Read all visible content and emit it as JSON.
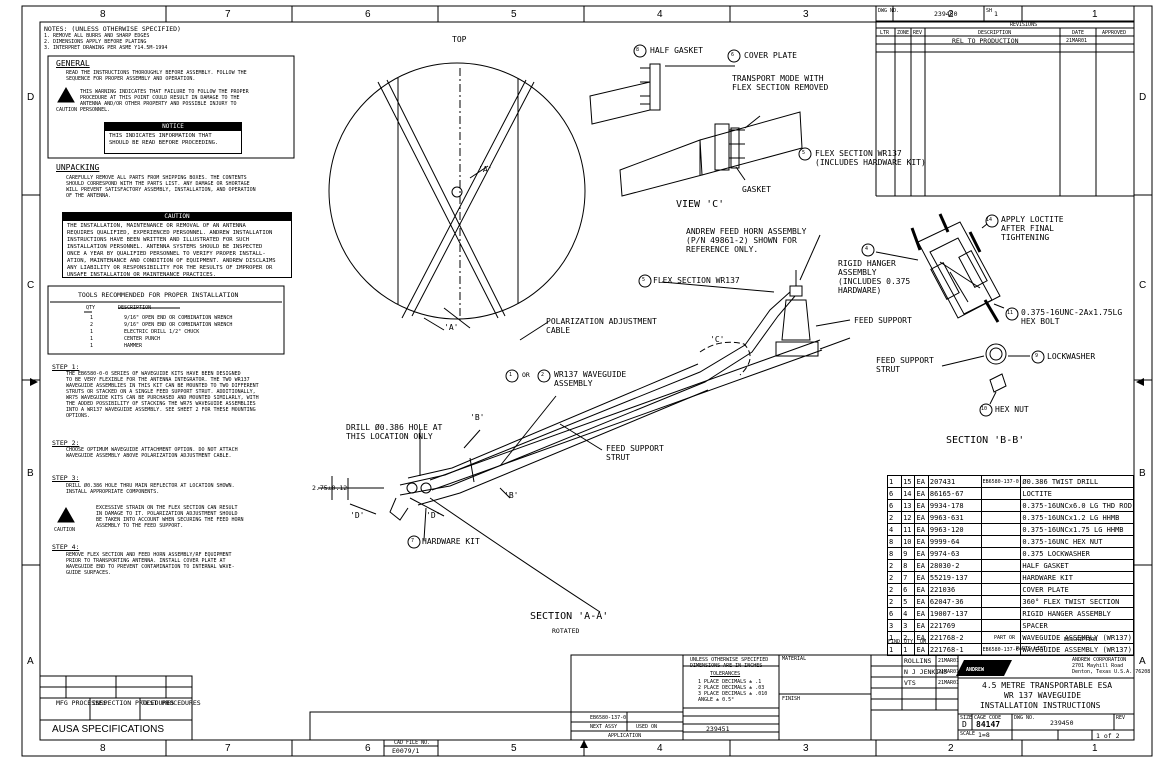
{
  "border": {
    "top_zones": [
      "8",
      "7",
      "6",
      "5",
      "4",
      "3",
      "2",
      "1"
    ],
    "bottom_zones": [
      "8",
      "7",
      "6",
      "5",
      "4",
      "3",
      "2",
      "1"
    ],
    "side_zones": [
      "D",
      "C",
      "B",
      "A"
    ]
  },
  "notes": {
    "title": "NOTES: (UNLESS OTHERWISE SPECIFIED)",
    "lines": [
      "1. REMOVE ALL BURRS AND SHARP EDGES",
      "2. DIMENSIONS APPLY BEFORE PLATING",
      "3. INTERPRET DRAWING PER ASME Y14.5M-1994"
    ]
  },
  "general": {
    "heading": "GENERAL",
    "text1": "READ THE INSTRUCTIONS THOROUGHLY BEFORE ASSEMBLY.  FOLLOW THE",
    "text2": "SEQUENCE FOR PROPER ASSEMBLY AND OPERATION.",
    "caution_lines": [
      "THIS WARNING INDICATES THAT FAILURE TO FOLLOW THE PROPER",
      "PROCEDURE AT THIS POINT COULD RESULT IN DAMAGE TO THE",
      "ANTENNA AND/OR OTHER PROPERTY AND POSSIBLE INJURY TO",
      "PERSONNEL."
    ],
    "caution_label": "CAUTION",
    "notice_header": "NOTICE",
    "notice_lines": [
      "THIS INDICATES INFORMATION THAT",
      "SHOULD BE READ BEFORE PROCEEDING."
    ]
  },
  "unpacking": {
    "heading": "UNPACKING",
    "lines": [
      "CAREFULLY REMOVE ALL PARTS FROM SHIPPING BOXES.  THE CONTENTS",
      "SHOULD CORRESPOND WITH THE PARTS LIST.  ANY DAMAGE OR SHORTAGE",
      "WILL PREVENT SATISFACTORY ASSEMBLY, INSTALLATION, AND OPERATION",
      "OF THE ANTENNA."
    ],
    "caution_header": "CAUTION",
    "caution_lines": [
      "THE INSTALLATION, MAINTENANCE OR REMOVAL OF AN ANTENNA",
      "REQUIRES QUALIFIED, EXPERIENCED PERSONNEL.  ANDREW INSTALLATION",
      "INSTRUCTIONS HAVE BEEN WRITTEN AND ILLUSTRATED FOR SUCH",
      "INSTALLATION PERSONNEL.  ANTENNA SYSTEMS SHOULD BE INSPECTED",
      "ONCE A YEAR BY QUALIFIED PERSONNEL TO VERIFY PROPER INSTALL-",
      "ATION, MAINTENANCE AND CONDITION OF EQUIPMENT.  ANDREW DISCLAIMS",
      "ANY LIABILITY OR RESPONSIBILITY FOR THE RESULTS OF IMPROPER OR",
      "UNSAFE INSTALLATION OR MAINTENANCE PRACTICES."
    ]
  },
  "tools": {
    "title": "TOOLS RECOMMENDED FOR PROPER INSTALLATION",
    "col_qty": "QTY",
    "col_desc": "DESCRIPTION",
    "rows": [
      {
        "qty": "1",
        "desc": "9/16\" OPEN END OR COMBINATION WRENCH"
      },
      {
        "qty": "2",
        "desc": "9/16\" OPEN END OR COMBINATION WRENCH"
      },
      {
        "qty": "1",
        "desc": "ELECTRIC DRILL 1/2\" CHUCK"
      },
      {
        "qty": "1",
        "desc": "CENTER PUNCH"
      },
      {
        "qty": "1",
        "desc": "HAMMER"
      }
    ]
  },
  "steps": {
    "s1_heading": "STEP 1:",
    "s1_lines": [
      "THE EB6580-0-0 SERIES OF WAVEGUIDE KITS HAVE BEEN DESIGNED",
      "TO BE VERY FLEXIBLE FOR THE ANTENNA INTEGRATOR.  THE TWO WR137",
      "WAVEGUIDE ASSEMBLIES IN THIS KIT CAN BE MOUNTED TO TWO DIFFERENT",
      "STRUTS OR STACKED ON A SINGLE FEED SUPPORT STRUT.  ADDITIONALLY,",
      "WR75 WAVEGUIDE KITS CAN BE PURCHASED AND MOUNTED SIMILARLY, WITH",
      "THE ADDED POSSIBILITY OF STACKING THE WR75 WAVEGUIDE ASSEMBLIES",
      "INTO A WR137 WAVEGUIDE ASSEMBLY.  SEE SHEET 2 FOR THESE MOUNTING",
      "OPTIONS."
    ],
    "s2_heading": "STEP 2:",
    "s2_lines": [
      "CHOOSE OPTIMUM WAVEGUIDE ATTACHMENT OPTION.  DO NOT ATTACH",
      "WAVEGUIDE ASSEMBLY ABOVE POLARIZATION ADJUSTMENT CABLE."
    ],
    "s3_heading": "STEP 3:",
    "s3_lines": [
      "DRILL Ø0.386 HOLE THRU MAIN REFLECTOR AT LOCATION SHOWN.",
      "INSTALL APPROPRIATE COMPONENTS."
    ],
    "s3_caution_lines": [
      "EXCESSIVE STRAIN ON THE FLEX SECTION CAN RESULT",
      "IN DAMAGE TO IT.  POLARIZATION ADJUSTMENT SHOULD",
      "BE TAKEN INTO ACCOUNT WHEN SECURING THE FEED HORN",
      "ASSEMBLY TO THE FEED SUPPORT."
    ],
    "s3_caution_label": "CAUTION",
    "s4_heading": "STEP 4:",
    "s4_lines": [
      "REMOVE FLEX SECTION AND FEED HORN ASSEMBLY/RF EQUIPMENT",
      "PRIOR TO TRANSPORTING ANTENNA.  INSTALL COVER PLATE AT",
      "WAVEGUIDE END TO PREVENT CONTAMINATION TO INTERNAL WAVE-",
      "GUIDE SURFACES."
    ]
  },
  "views": {
    "top": "TOP",
    "view_c": "VIEW 'C'",
    "section_aa": "SECTION 'A-A'",
    "rotated": "ROTATED",
    "section_bb": "SECTION 'B-B'"
  },
  "callouts": {
    "half_gasket": "HALF GASKET",
    "cover_plate": "COVER PLATE",
    "transport1": "TRANSPORT MODE WITH",
    "transport2": "FLEX SECTION REMOVED",
    "flex_wr137_1": "FLEX SECTION WR137",
    "flex_wr137_2": "(INCLUDES HARDWARE KIT)",
    "gasket": "GASKET",
    "feed_horn1": "ANDREW FEED HORN ASSEMBLY",
    "feed_horn2": "(P/N 49861-2) SHOWN FOR",
    "feed_horn3": "REFERENCE ONLY.",
    "flex_section": "FLEX SECTION WR137",
    "feed_support": "FEED SUPPORT",
    "pol_adj1": "POLARIZATION ADJUSTMENT",
    "pol_adj2": "CABLE",
    "wr137_1": "WR137 WAVEGUIDE",
    "wr137_2": "ASSEMBLY",
    "wr137_or": "OR",
    "drill1": "DRILL Ø0.386 HOLE AT",
    "drill2": "THIS LOCATION ONLY",
    "fs_strut1": "FEED SUPPORT",
    "fs_strut2": "STRUT",
    "hardware_kit": "HARDWARE KIT",
    "dim": "2.75±0.12",
    "loctite1": "APPLY LOCTITE",
    "loctite2": "AFTER FINAL",
    "loctite3": "TIGHTENING",
    "rigid1": "RIGID HANGER",
    "rigid2": "ASSEMBLY",
    "rigid3": "(INCLUDES 0.375",
    "rigid4": "HARDWARE)",
    "hexbolt1": "0.375-16UNC-2Ax1.75LG",
    "hexbolt2": "HEX BOLT",
    "fs_strut_b1": "FEED SUPPORT",
    "fs_strut_b2": "STRUT",
    "lockwasher": "LOCKWASHER",
    "hexnut": "HEX NUT",
    "lbl_a": "'A'",
    "lbl_b": "'B'",
    "lbl_c": "'C'",
    "lbl_d": "'D'",
    "balloons": {
      "b1": "1",
      "b2": "2",
      "b4": "4",
      "b5": "5",
      "b5b": "5",
      "b6": "6",
      "b7": "7",
      "b8": "8",
      "b9": "9",
      "b10": "10",
      "b11": "11",
      "b14": "14"
    }
  },
  "revisions": {
    "dwg_no_label": "DWG NO.",
    "dwg_no": "239450",
    "sheet_label": "SH",
    "sheet": "1",
    "title": "REVISIONS",
    "col_ltr": "LTR",
    "col_zone": "ZONE",
    "col_rev": "REV",
    "col_desc": "DESCRIPTION",
    "col_date": "DATE",
    "col_appr": "APPROVED",
    "desc": "REL TO PRODUCTION",
    "date": "21MAR01"
  },
  "parts_list": {
    "title": "PARTS LIST",
    "footer": {
      "find": "FIND",
      "qty": "QTY",
      "um": "UM",
      "part": "PART OR",
      "desc": "DESCRIPTION"
    },
    "rows": [
      [
        "1",
        "15",
        "EA",
        "207431",
        "EB6580-137-0",
        "Ø0.386 TWIST DRILL"
      ],
      [
        "6",
        "14",
        "EA",
        "86165-67",
        "",
        "LOCTITE"
      ],
      [
        "6",
        "13",
        "EA",
        "9934-178",
        "",
        "0.375-16UNCx6.0 LG THD ROD"
      ],
      [
        "2",
        "12",
        "EA",
        "9963-631",
        "",
        "0.375-16UNCx1.2 LG HHMB"
      ],
      [
        "4",
        "11",
        "EA",
        "9963-120",
        "",
        "0.375-16UNCx1.75 LG HHMB"
      ],
      [
        "8",
        "10",
        "EA",
        "9999-64",
        "",
        "0.375-16UNC HEX NUT"
      ],
      [
        "8",
        "9",
        "EA",
        "9974-63",
        "",
        "0.375 LOCKWASHER"
      ],
      [
        "2",
        "8",
        "EA",
        "28030-2",
        "",
        "HALF GASKET"
      ],
      [
        "2",
        "7",
        "EA",
        "55219-137",
        "",
        "HARDWARE KIT"
      ],
      [
        "2",
        "6",
        "EA",
        "221036",
        "",
        "COVER PLATE"
      ],
      [
        "2",
        "5",
        "EA",
        "62047-36",
        "",
        "360° FLEX TWIST SECTION"
      ],
      [
        "6",
        "4",
        "EA",
        "19007-137",
        "",
        "RIGID HANGER ASSEMBLY"
      ],
      [
        "3",
        "3",
        "EA",
        "221769",
        "",
        "SPACER"
      ],
      [
        "1",
        "2",
        "EA",
        "221768-2",
        "",
        "WAVEGUIDE ASSEMBLY (WR137)"
      ],
      [
        "1",
        "1",
        "EA",
        "221768-1",
        "EB6580-137-0",
        "WAVEGUIDE ASSEMBLY (WR137)"
      ]
    ]
  },
  "title_block": {
    "tolerance_hdr1": "UNLESS OTHERWISE SPECIFIED",
    "tolerance_hdr2": "DIMENSIONS ARE IN INCHES",
    "tolerances": "TOLERANCES",
    "tol1": "1 PLACE DECIMALS ± .1",
    "tol2": "2 PLACE DECIMALS ± .03",
    "tol3": "3 PLACE DECIMALS ± .010",
    "tol4": "ANGLE ± 0.5°",
    "material": "MATERIAL",
    "finish": "FINISH",
    "drawn_by": "ROLLINS",
    "drawn_date": "21MAR01",
    "checked_by": "N J JENKINS",
    "checked_date": "21MAR01",
    "approved_by": "VTS",
    "approved_date": "21MAR01",
    "company": "ANDREW CORPORATION",
    "company_addr": "2701 Mayhill Road",
    "company_city": "Denton, Texas  U.S.A.  76208",
    "logo": "ANDREW",
    "title1": "4.5 METRE TRANSPORTABLE ESA",
    "title2": "WR 137 WAVEGUIDE",
    "title3": "INSTALLATION INSTRUCTIONS",
    "size_label": "SIZE",
    "size": "D",
    "cage_label": "CAGE CODE",
    "cage": "84147",
    "dwg_label": "DWG NO.",
    "dwg_no": "239450",
    "rev_label": "REV",
    "scale_label": "SCALE",
    "scale": "1=8",
    "sheet": "1 of 2",
    "next_assy_no": "EB6580-137-0",
    "next_assy": "NEXT ASSY",
    "used_on": "USED ON",
    "application": "APPLICATION",
    "cad_label": "CAD FILE NO.",
    "cad": "E0079/1",
    "superseded": "239451"
  },
  "spec_block": {
    "mfg": "MFG PROCESSES",
    "insp": "INSPECTION PROCEDURES",
    "test": "TEST PROCEDURES",
    "ausa": "AUSA SPECIFICATIONS"
  }
}
